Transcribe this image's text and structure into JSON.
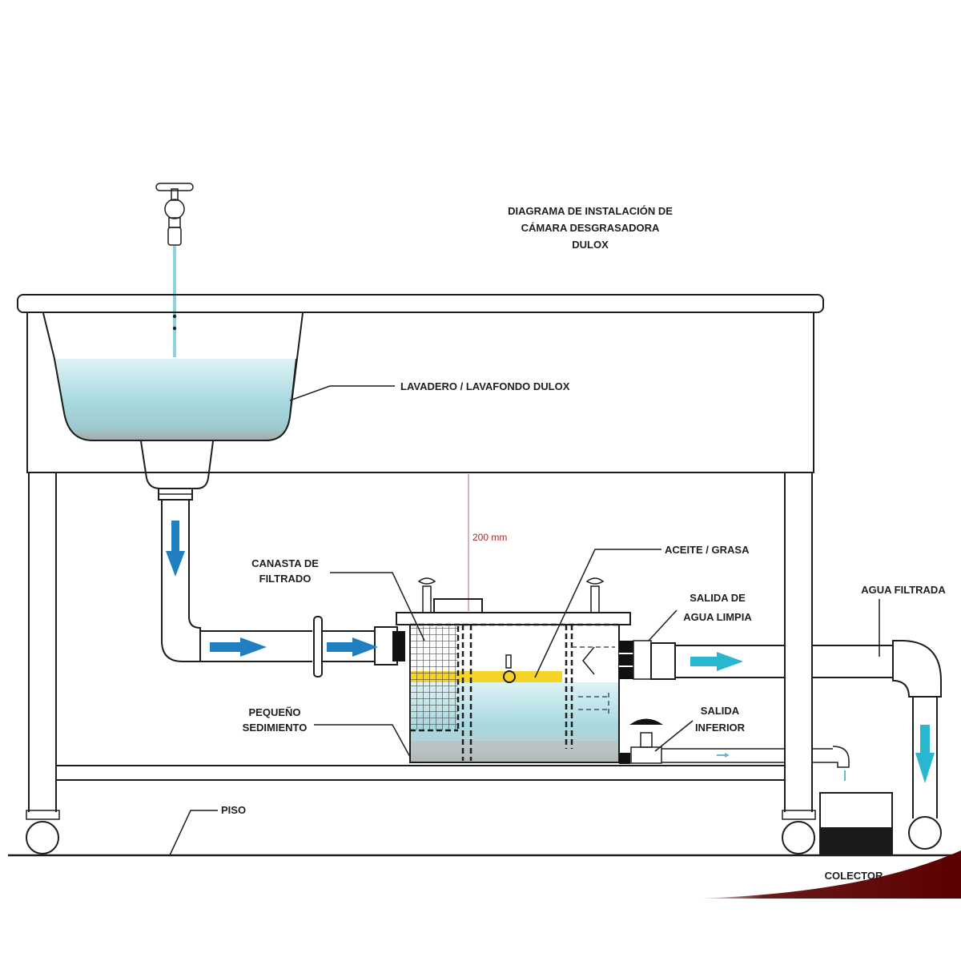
{
  "title": {
    "line1": "DIAGRAMA DE INSTALACIÓN DE",
    "line2": "CÁMARA DESGRASADORA",
    "line3": "DULOX"
  },
  "labels": {
    "sink": "LAVADERO / LAVAFONDO DULOX",
    "basket_line1": "CANASTA DE",
    "basket_line2": "FILTRADO",
    "sediment_line1": "PEQUEÑO",
    "sediment_line2": "SEDIMIENTO",
    "oil": "ACEITE / GRASA",
    "clean_outlet_line1": "SALIDA DE",
    "clean_outlet_line2": "AGUA LIMPIA",
    "bottom_outlet_line1": "SALIDA",
    "bottom_outlet_line2": "INFERIOR",
    "filtered_water": "AGUA FILTRADA",
    "floor": "PISO",
    "collector": "COLECTOR",
    "dimension": "200 mm"
  },
  "icons": {
    "faucet": "faucet-icon",
    "flow_arrow": "flow-arrow-icon",
    "valve": "valve-handle-icon"
  },
  "colors": {
    "water": "#a8dde3",
    "water_deep": "#8fcad3",
    "grease": "#f5d327",
    "arrow_blue": "#1f7fc0",
    "arrow_cyan": "#29b6cf",
    "dimension_red": "#a52a2a",
    "swoosh": "#5a0000",
    "sediment": "#b9bcbd",
    "collector_fill": "#1a1a1a"
  }
}
